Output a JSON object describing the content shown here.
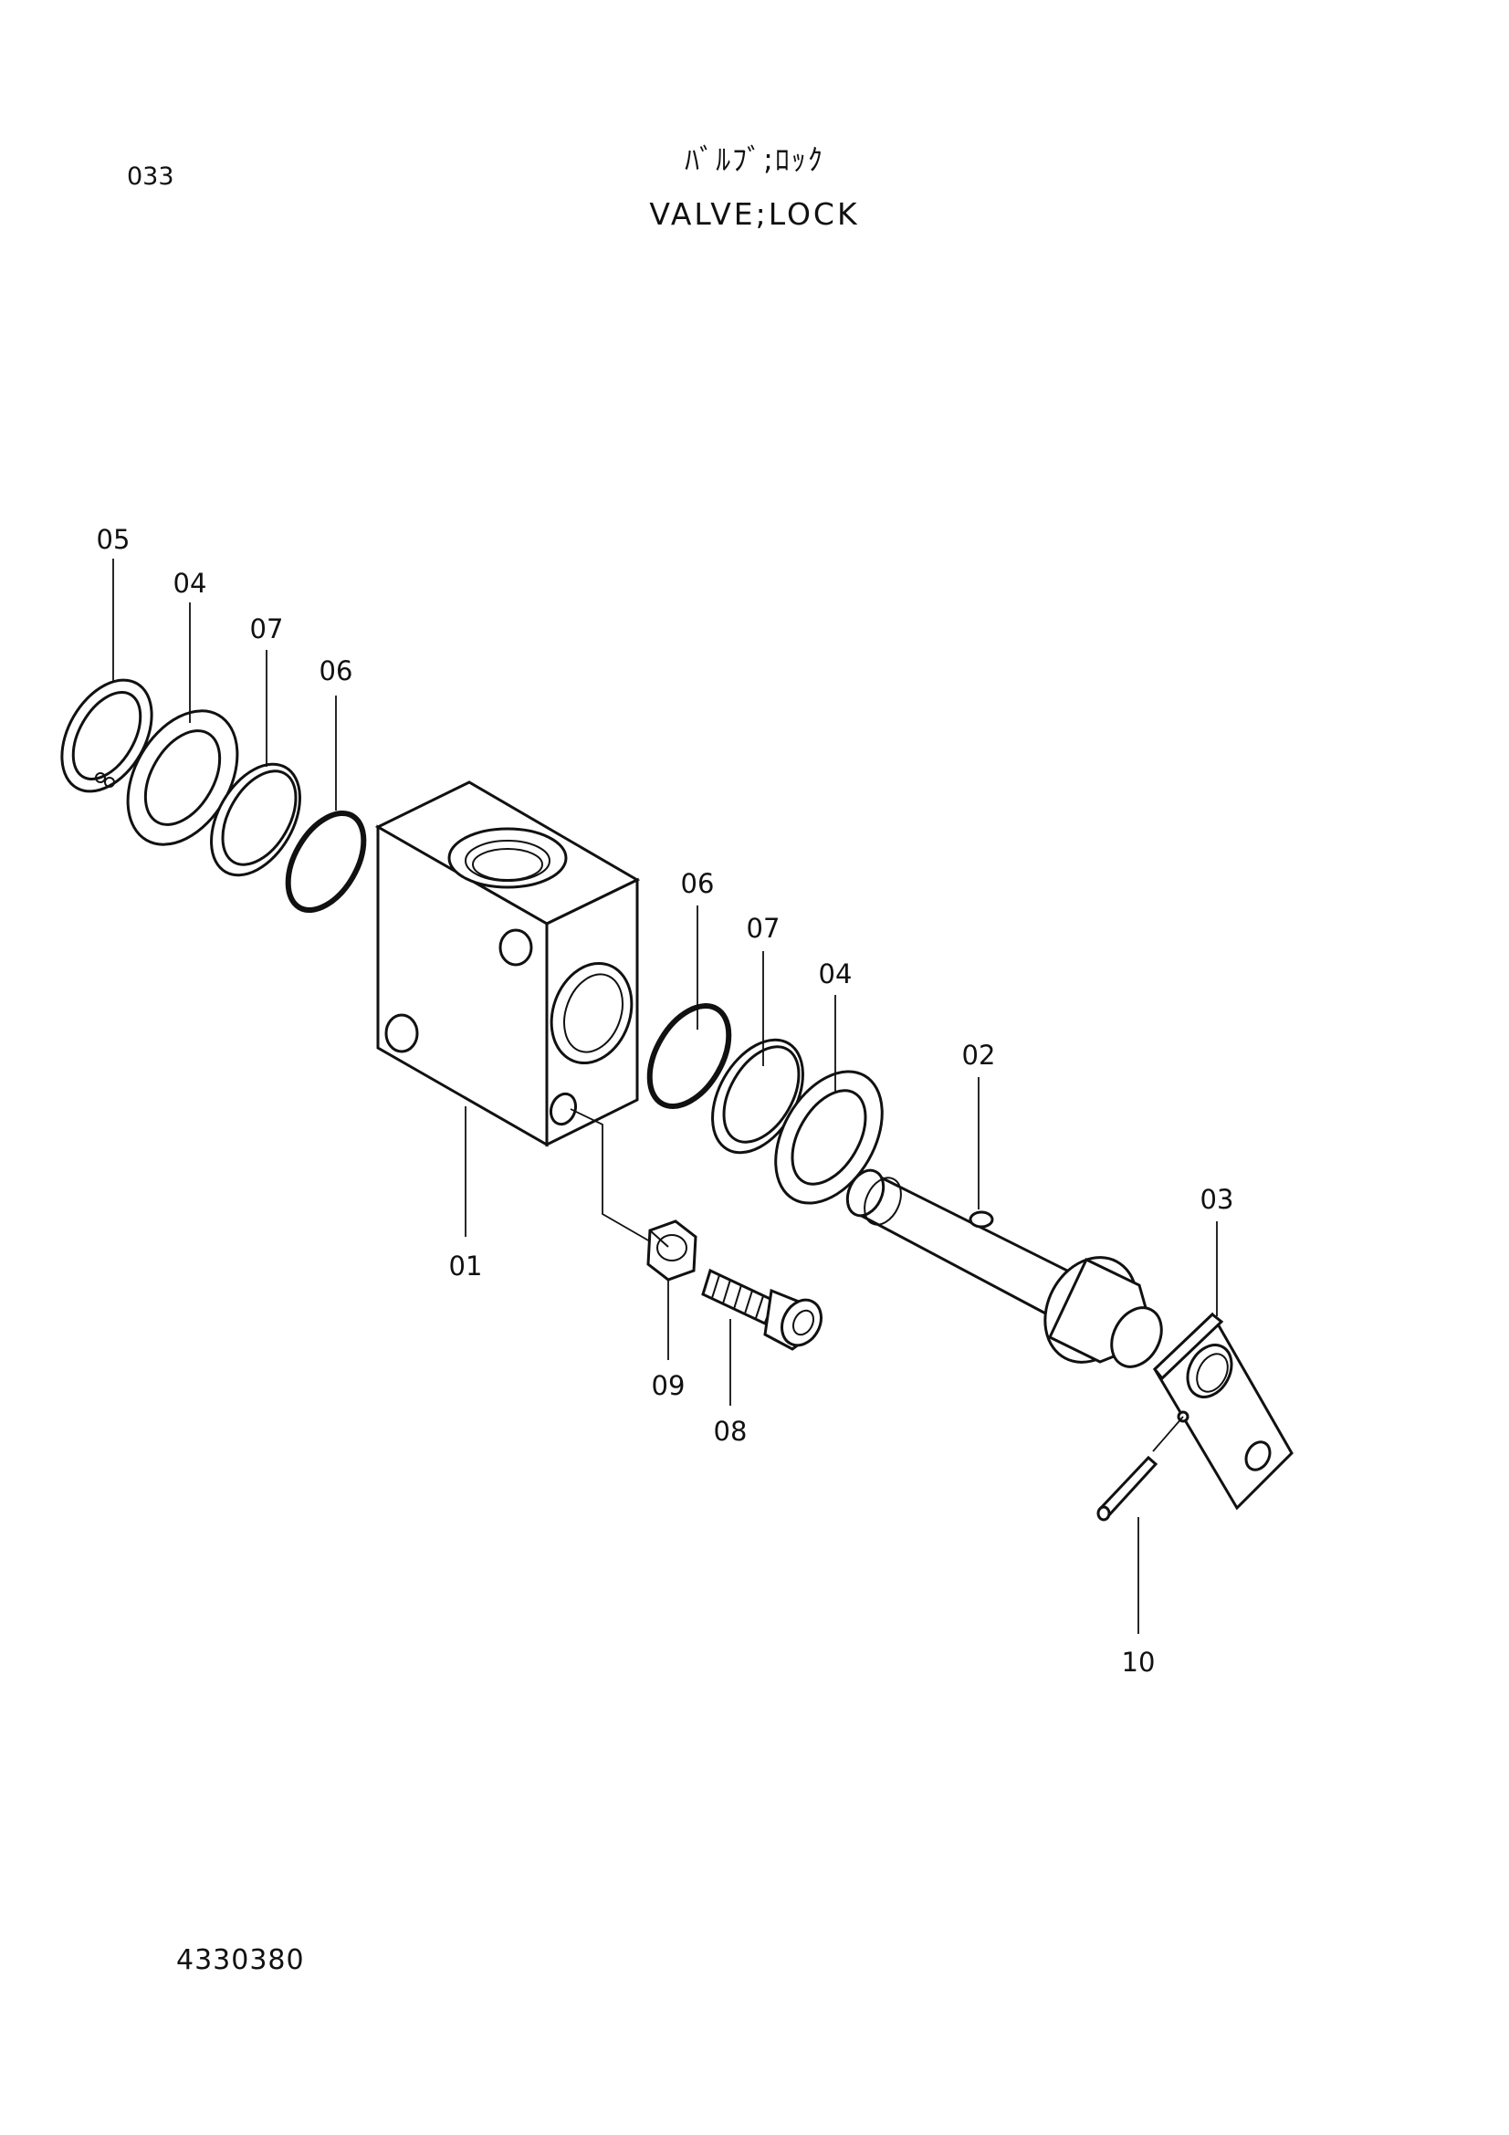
{
  "header": {
    "page_number": "033",
    "title_ja": "ﾊﾞﾙﾌﾞ;ﾛｯｸ",
    "title_en": "VALVE;LOCK"
  },
  "footer": {
    "drawing_number": "4330380"
  },
  "callouts": {
    "c01": "01",
    "c02": "02",
    "c03": "03",
    "c04a": "04",
    "c04b": "04",
    "c05": "05",
    "c06a": "06",
    "c06b": "06",
    "c07a": "07",
    "c07b": "07",
    "c08": "08",
    "c09": "09",
    "c10": "10"
  }
}
